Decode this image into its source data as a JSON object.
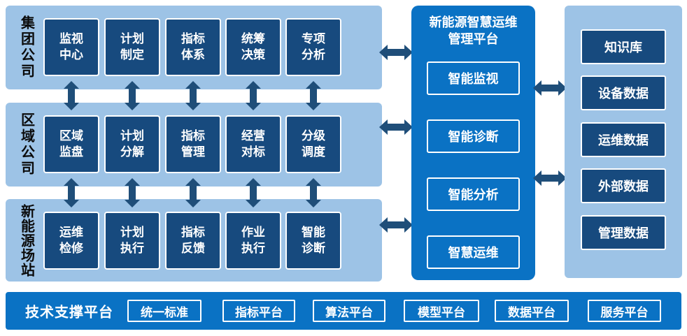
{
  "colors": {
    "band": "#9DC3E6",
    "navy": "#174A7E",
    "blue": "#0A72C4",
    "arrow": "#1F4E79"
  },
  "rows": [
    {
      "label": "集团公司",
      "boxes": [
        "监视\n中心",
        "计划\n制定",
        "指标\n体系",
        "统筹\n决策",
        "专项\n分析"
      ]
    },
    {
      "label": "区域公司",
      "boxes": [
        "区域\n监盘",
        "计划\n分解",
        "指标\n管理",
        "经营\n对标",
        "分级\n调度"
      ]
    },
    {
      "label": "新能源场站",
      "boxes": [
        "运维\n检修",
        "计划\n执行",
        "指标\n反馈",
        "作业\n执行",
        "智能\n诊断"
      ]
    }
  ],
  "platform": {
    "title": "新能源智慧运维\n管理平台",
    "modules": [
      "智能监视",
      "智能诊断",
      "智能分析",
      "智慧运维"
    ]
  },
  "data_panel": {
    "items": [
      "知识库",
      "设备数据",
      "运维数据",
      "外部数据",
      "管理数据"
    ]
  },
  "support": {
    "label": "技术支撑平台",
    "items": [
      "统一标准",
      "指标平台",
      "算法平台",
      "模型平台",
      "数据平台",
      "服务平台"
    ]
  }
}
